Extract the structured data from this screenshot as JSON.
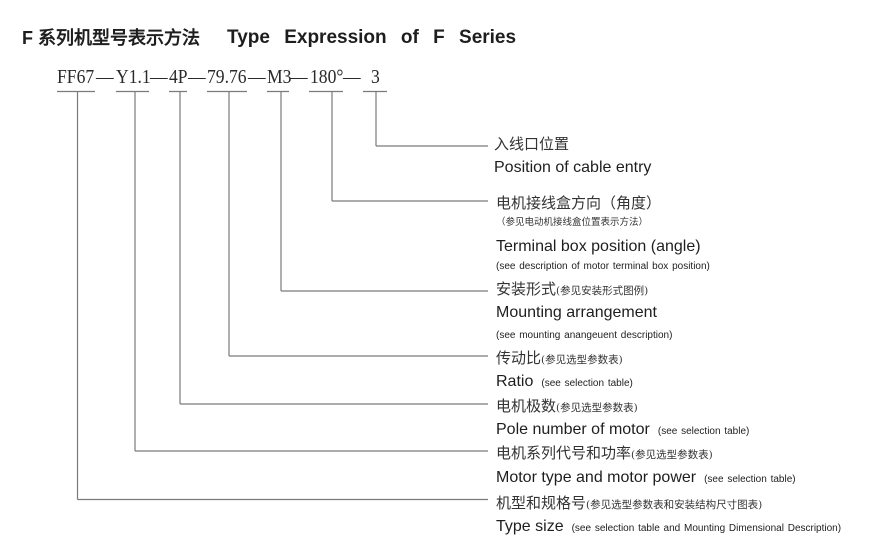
{
  "title": {
    "cn": "F 系列机型号表示方法",
    "en": "Type Expression of F Series"
  },
  "code": {
    "full": "FF67—Y1.1—4P—79.76—M3—180°— 3",
    "separator": "—",
    "tokens": [
      "FF67",
      "Y1.1",
      "4P",
      "79.76",
      "M3",
      "180°",
      "3"
    ]
  },
  "legend": {
    "items": [
      {
        "key": "cable-entry",
        "cn": "入线口位置",
        "en": "Position of cable entry"
      },
      {
        "key": "terminal-box-position",
        "cn": "电机接线盒方向（角度）",
        "cn_note": "（参见电动机接线盒位置表示方法）",
        "en": "Terminal box position (angle)",
        "en_note": "(see description of motor terminal box position)"
      },
      {
        "key": "mounting-arrangement",
        "cn": "安装形式",
        "cn_note": "(参见安装形式图例)",
        "en": "Mounting arrangement",
        "en_note": "(see mounting anangeuent description)"
      },
      {
        "key": "ratio",
        "cn": "传动比",
        "cn_note": "(参见选型参数表)",
        "en": "Ratio",
        "en_note": "(see selection table)"
      },
      {
        "key": "pole-number",
        "cn": "电机极数",
        "cn_note": "(参见选型参数表)",
        "en": "Pole number of motor",
        "en_note": "(see selection table)"
      },
      {
        "key": "motor-type-power",
        "cn": "电机系列代号和功率",
        "cn_note": "(参见选型参数表)",
        "en": "Motor type and motor power",
        "en_note": "(see selection table)"
      },
      {
        "key": "type-size",
        "cn": "机型和规格号",
        "cn_note": "(参见选型参数表和安装结构尺寸图表)",
        "en": "Type size",
        "en_note": "(see selection table and Mounting Dimensional Description)"
      }
    ]
  },
  "colors": {
    "text": "#222222",
    "line": "#7a7a7a",
    "background": "#ffffff"
  }
}
